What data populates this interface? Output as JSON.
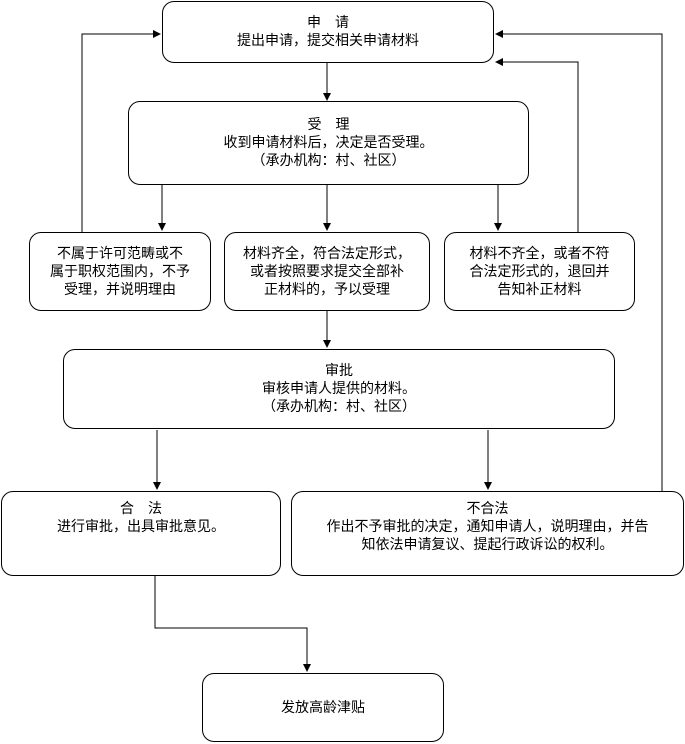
{
  "nodes": {
    "apply": {
      "title": "申　请",
      "line1": "提出申请，提交相关申请材料"
    },
    "accept": {
      "title": "受　理",
      "line1": "收到申请材料后，决定是否受理。",
      "line2": "（承办机构：村、社区）"
    },
    "reject": {
      "line1": "不属于许可范畴或不",
      "line2": "属于职权范围内，不予",
      "line3": "受理，并说明理由"
    },
    "accepted": {
      "line1": "材料齐全，符合法定形式，",
      "line2": "或者按照要求提交全部补",
      "line3": "正材料的，予以受理"
    },
    "incomplete": {
      "line1": "材料不齐全，或者不符",
      "line2": "合法定形式的，退回并",
      "line3": "告知补正材料"
    },
    "review": {
      "title": "审批",
      "line1": "审核申请人提供的材料。",
      "line2": "（承办机构：村、社区）"
    },
    "legal": {
      "title": "合　法",
      "line1": "进行审批，出具审批意见。"
    },
    "illegal": {
      "title": "不合法",
      "line1": "作出不予审批的决定，通知申请人，说明理由，并告",
      "line2": "知依法申请复议、提起行政诉讼的权利。"
    },
    "subsidy": {
      "line1": "发放高龄津贴"
    }
  }
}
